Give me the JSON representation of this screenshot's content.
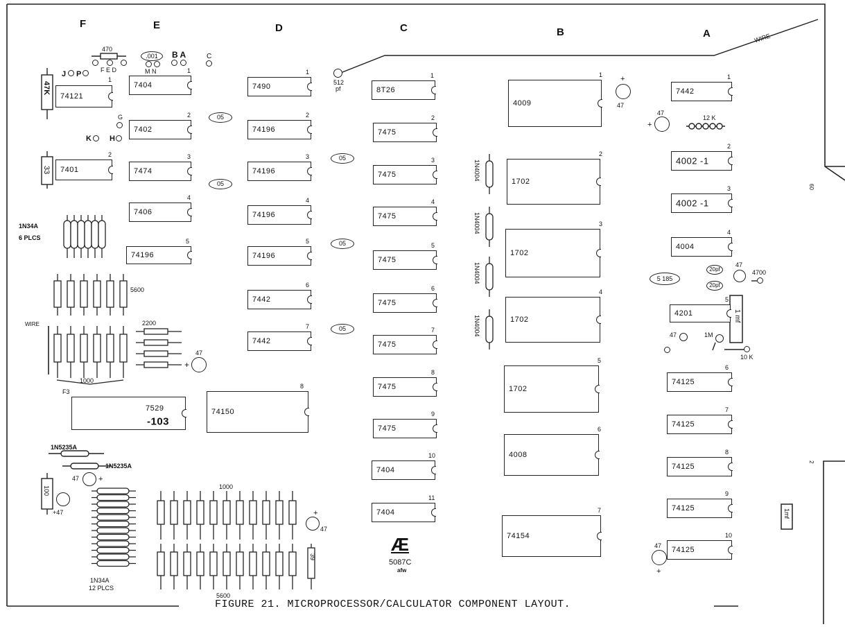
{
  "caption": "FIGURE 21.   MICROPROCESSOR/CALCULATOR COMPONENT LAYOUT.",
  "columns": [
    "F",
    "E",
    "D",
    "C",
    "B",
    "A"
  ],
  "ics": {
    "f1": {
      "pos": "1",
      "part": "74121"
    },
    "f2": {
      "pos": "2",
      "part": "7401"
    },
    "e1": {
      "pos": "1",
      "part": "7404"
    },
    "e2": {
      "pos": "2",
      "part": "7402"
    },
    "e3": {
      "pos": "3",
      "part": "7474"
    },
    "e4": {
      "pos": "4",
      "part": "7406"
    },
    "e5": {
      "pos": "5",
      "part": "74196"
    },
    "f3": {
      "pos": "F3",
      "part": "7529",
      "part2": "-103"
    },
    "d1": {
      "pos": "1",
      "part": "7490"
    },
    "d2": {
      "pos": "2",
      "part": "74196"
    },
    "d3": {
      "pos": "3",
      "part": "74196"
    },
    "d4": {
      "pos": "4",
      "part": "74196"
    },
    "d5": {
      "pos": "5",
      "part": "74196"
    },
    "d6": {
      "pos": "6",
      "part": "7442"
    },
    "d7": {
      "pos": "7",
      "part": "7442"
    },
    "d8": {
      "pos": "8",
      "part": "74150"
    },
    "c1": {
      "pos": "1",
      "part": "8T26"
    },
    "c2": {
      "pos": "2",
      "part": "7475"
    },
    "c3": {
      "pos": "3",
      "part": "7475"
    },
    "c4": {
      "pos": "4",
      "part": "7475"
    },
    "c5": {
      "pos": "5",
      "part": "7475"
    },
    "c6": {
      "pos": "6",
      "part": "7475"
    },
    "c7": {
      "pos": "7",
      "part": "7475"
    },
    "c8": {
      "pos": "8",
      "part": "7475"
    },
    "c9": {
      "pos": "9",
      "part": "7475"
    },
    "c10": {
      "pos": "10",
      "part": "7404"
    },
    "c11": {
      "pos": "11",
      "part": "7404"
    },
    "b1": {
      "pos": "1",
      "part": "4009"
    },
    "b2": {
      "pos": "2",
      "part": "1702"
    },
    "b3": {
      "pos": "3",
      "part": "1702"
    },
    "b4": {
      "pos": "4",
      "part": "1702"
    },
    "b5": {
      "pos": "5",
      "part": "1702"
    },
    "b6": {
      "pos": "6",
      "part": "4008"
    },
    "b7": {
      "pos": "7",
      "part": "74154"
    },
    "a1": {
      "pos": "1",
      "part": "7442"
    },
    "a2": {
      "pos": "2",
      "part": "4002 -1"
    },
    "a3": {
      "pos": "3",
      "part": "4002 -1"
    },
    "a4": {
      "pos": "4",
      "part": "4004"
    },
    "a5": {
      "pos": "5",
      "part": "4201"
    },
    "a6": {
      "pos": "6",
      "part": "74125"
    },
    "a7": {
      "pos": "7",
      "part": "74125"
    },
    "a8": {
      "pos": "8",
      "part": "74125"
    },
    "a9": {
      "pos": "9",
      "part": "74125"
    },
    "a10": {
      "pos": "10",
      "part": "74125"
    }
  },
  "labels": {
    "r470": "470",
    "fed": "F E D",
    "c001": ".001",
    "mn": "M N",
    "ba": "B A",
    "c": "C",
    "jp": "J",
    "pp": "P",
    "g": "G",
    "k": "K",
    "h": "H",
    "r47k": "47K",
    "r33": "33",
    "c512": "512",
    "pf": "pf",
    "wire_top": "WIRE",
    "c47_b1": "47",
    "plus_b1": "+",
    "c47_a1": "47",
    "plus_a1": "+",
    "r12k": "12 K",
    "d1n34a": "1N34A",
    "plcs6": "6 PLCS",
    "r5600": "5600",
    "wire_left": "WIRE",
    "r2200": "2200",
    "c47_mid": "47",
    "plus_mid": "+",
    "r1000": "1000",
    "d1n5235a_1": "1N5235A",
    "d1n5235a_2": "1N5235A",
    "c47_z": "47",
    "plus_z": "+",
    "r100": "100",
    "c47_b": "+47",
    "d1n34a12": "1N34A",
    "plcs12": "12 PLCS",
    "r1000b": "1000",
    "r5600b": "5600",
    "r39": "39",
    "c47_rn": "47",
    "plus_rn": "+",
    "in4004": "1N4004",
    "o05": "05",
    "o5185": "5 185",
    "c20pf": "20pf",
    "c47_r": "47",
    "r4700": "4700",
    "c1mf": "1 mf",
    "c47_s": "47",
    "r1m": "1M",
    "r10k": "10 K",
    "c47_bot": "47",
    "plus_bot": "+",
    "c1mf_edge": "1mf",
    "edge_60": "60",
    "edge_2": "2",
    "logo": "Æ",
    "code": "5087C",
    "afw": "afw"
  }
}
